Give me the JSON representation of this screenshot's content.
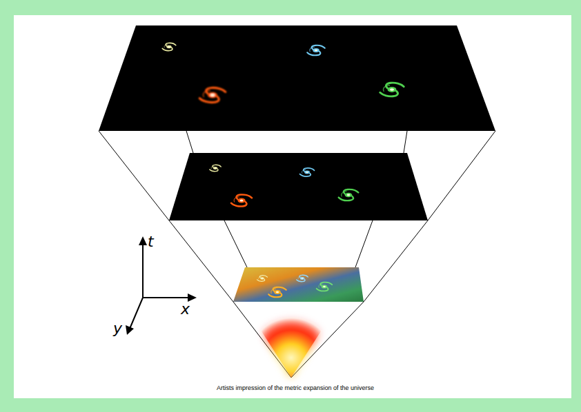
{
  "diagram": {
    "caption": "Artists impression of the metric expansion of the universe",
    "labels": [
      "t",
      "x",
      "y"
    ]
  }
}
